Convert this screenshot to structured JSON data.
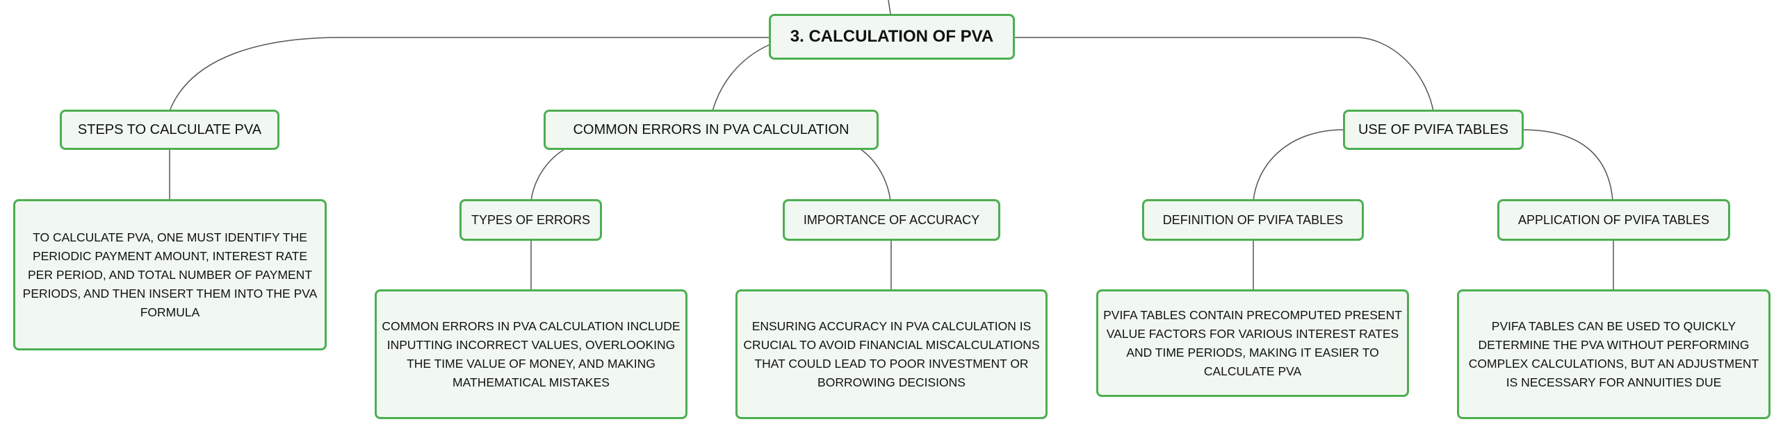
{
  "root": {
    "title": "3. CALCULATION OF PVA"
  },
  "branches": {
    "steps": {
      "label": "STEPS TO CALCULATE PVA",
      "detail": "TO CALCULATE PVA, ONE MUST IDENTIFY THE PERIODIC PAYMENT AMOUNT, INTEREST RATE PER PERIOD, AND TOTAL NUMBER OF PAYMENT PERIODS, AND THEN INSERT THEM INTO THE PVA FORMULA"
    },
    "errors": {
      "label": "COMMON ERRORS IN PVA CALCULATION",
      "types": {
        "label": "TYPES OF ERRORS",
        "detail": "COMMON ERRORS IN PVA CALCULATION INCLUDE INPUTTING INCORRECT VALUES, OVERLOOKING THE TIME VALUE OF MONEY, AND MAKING MATHEMATICAL MISTAKES"
      },
      "accuracy": {
        "label": "IMPORTANCE OF ACCURACY",
        "detail": "ENSURING ACCURACY IN PVA CALCULATION IS CRUCIAL TO AVOID FINANCIAL MISCALCULATIONS THAT COULD LEAD TO POOR INVESTMENT OR BORROWING DECISIONS"
      }
    },
    "pvifa": {
      "label": "USE OF PVIFA TABLES",
      "definition": {
        "label": "DEFINITION OF PVIFA TABLES",
        "detail": "PVIFA TABLES CONTAIN PRECOMPUTED PRESENT VALUE FACTORS FOR VARIOUS INTEREST RATES AND TIME PERIODS, MAKING IT EASIER TO CALCULATE PVA"
      },
      "application": {
        "label": "APPLICATION OF PVIFA TABLES",
        "detail": "PVIFA TABLES CAN BE USED TO QUICKLY DETERMINE THE PVA WITHOUT PERFORMING COMPLEX CALCULATIONS, BUT AN ADJUSTMENT IS NECESSARY FOR ANNUITIES DUE"
      }
    }
  },
  "colors": {
    "border": "#4caf50",
    "fill": "#f1f8f2",
    "line": "#555555"
  }
}
